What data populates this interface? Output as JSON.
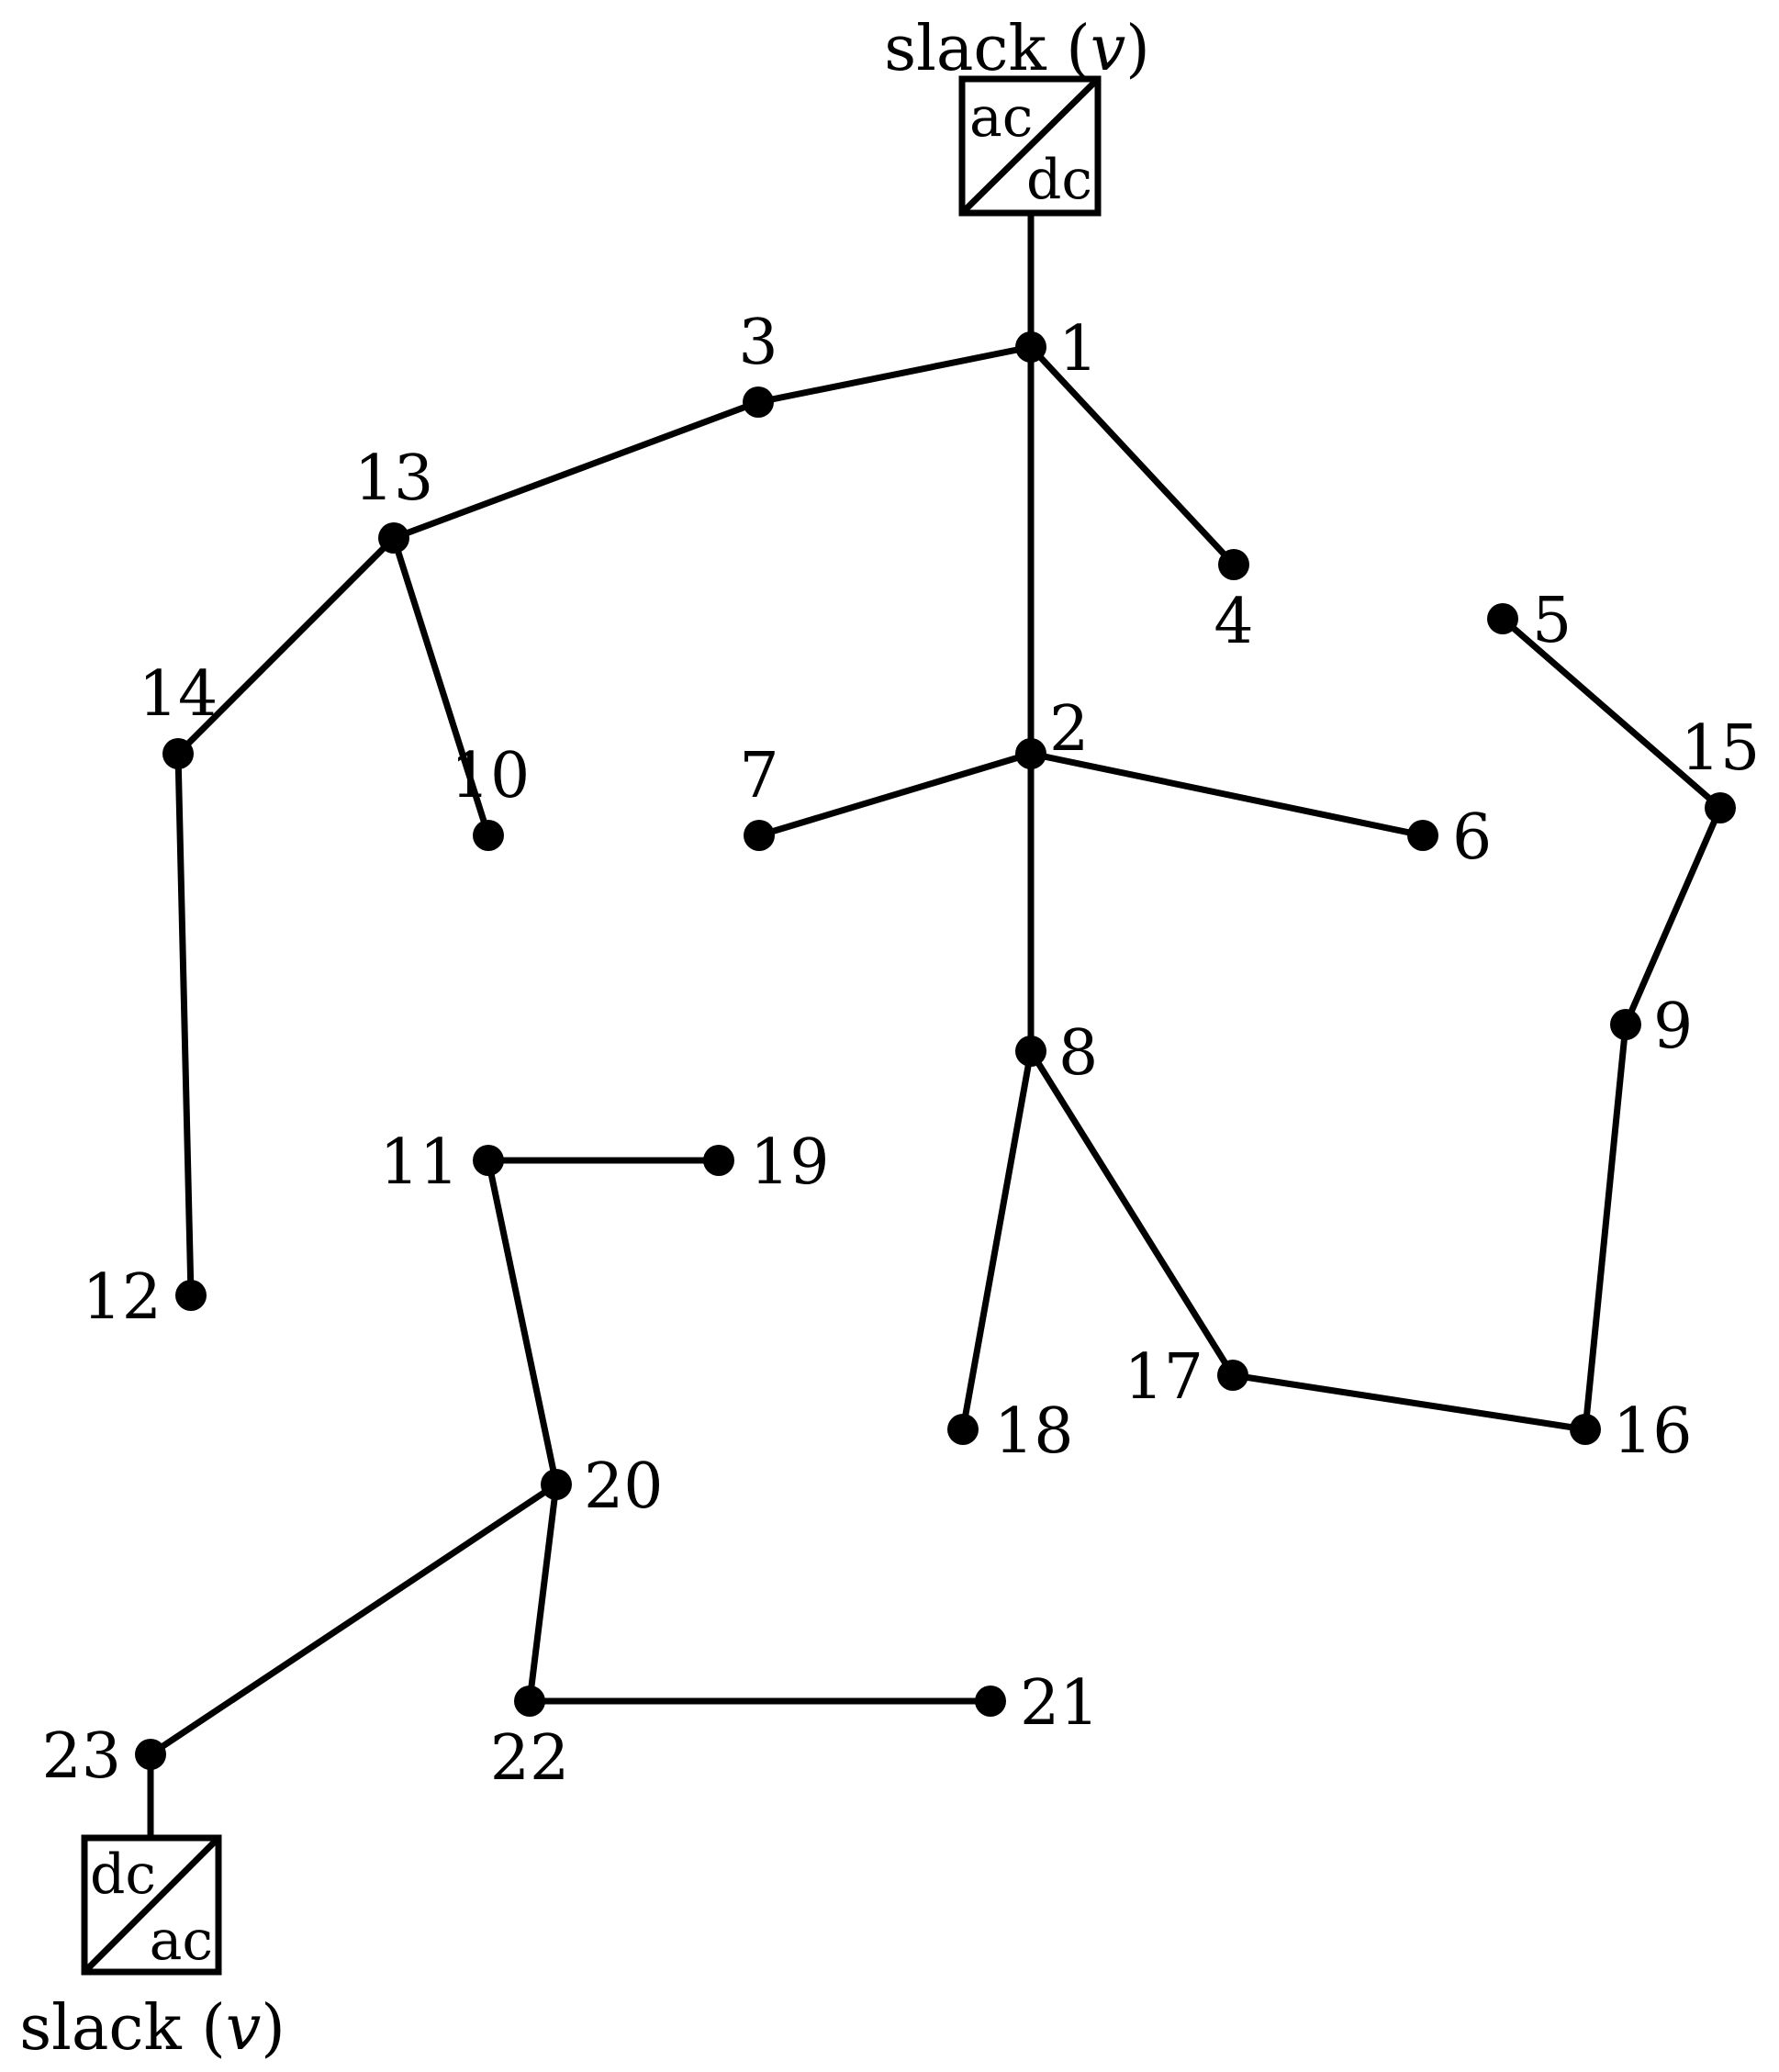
{
  "diagram": {
    "nodes": [
      "1",
      "2",
      "3",
      "4",
      "5",
      "6",
      "7",
      "8",
      "9",
      "10",
      "11",
      "12",
      "13",
      "14",
      "15",
      "16",
      "17",
      "18",
      "19",
      "20",
      "21",
      "22",
      "23"
    ],
    "edges": [
      [
        "1",
        "3"
      ],
      [
        "1",
        "4"
      ],
      [
        "1",
        "2"
      ],
      [
        "3",
        "13"
      ],
      [
        "13",
        "14"
      ],
      [
        "13",
        "10"
      ],
      [
        "14",
        "12"
      ],
      [
        "2",
        "7"
      ],
      [
        "2",
        "6"
      ],
      [
        "2",
        "8"
      ],
      [
        "8",
        "18"
      ],
      [
        "8",
        "17"
      ],
      [
        "17",
        "16"
      ],
      [
        "16",
        "9"
      ],
      [
        "9",
        "15"
      ],
      [
        "15",
        "5"
      ],
      [
        "11",
        "19"
      ],
      [
        "11",
        "20"
      ],
      [
        "20",
        "22"
      ],
      [
        "20",
        "23"
      ],
      [
        "22",
        "21"
      ]
    ],
    "converters": [
      {
        "id": "top",
        "attached_to": "1",
        "top_text": "ac",
        "bottom_text": "dc",
        "label_prefix": "slack (",
        "label_var": "v",
        "label_suffix": ")"
      },
      {
        "id": "bottom",
        "attached_to": "23",
        "top_text": "dc",
        "bottom_text": "ac",
        "label_prefix": "slack (",
        "label_var": "v",
        "label_suffix": ")"
      }
    ]
  }
}
